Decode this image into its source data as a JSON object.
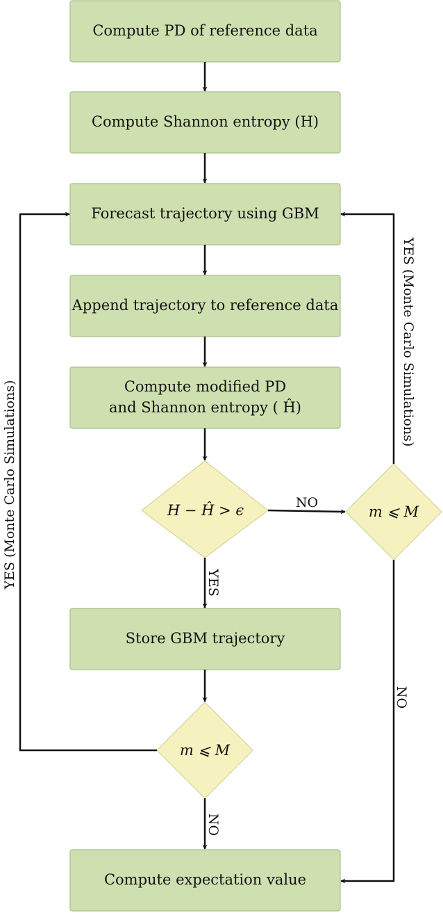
{
  "colors": {
    "process_fill": "#cfe0b0",
    "process_stroke": "#a8bf8a",
    "decision_fill": "#f6f2bf",
    "decision_stroke": "#d8d39a",
    "edge": "#111111"
  },
  "nodes": {
    "compute_pd": "Compute PD of reference data",
    "shannon_entropy": "Compute Shannon entropy (H)",
    "forecast": "Forecast trajectory using GBM",
    "append": "Append trajectory to reference data",
    "modified_line1": "Compute modified PD",
    "modified_line2": "and Shannon entropy ( Ĥ)",
    "store": "Store GBM trajectory",
    "expectation": "Compute expectation value"
  },
  "decisions": {
    "entropy_check": "H − Ĥ > ϵ",
    "m_check_right": "m ⩽ M",
    "m_check_bottom": "m ⩽ M"
  },
  "edges": {
    "entropy_no": "NO",
    "entropy_yes": "YES",
    "right_yes": "YES (Monte Carlo Simulations)",
    "right_no": "NO",
    "left_yes": "YES (Monte Carlo Simulations)",
    "bottom_no": "NO"
  }
}
